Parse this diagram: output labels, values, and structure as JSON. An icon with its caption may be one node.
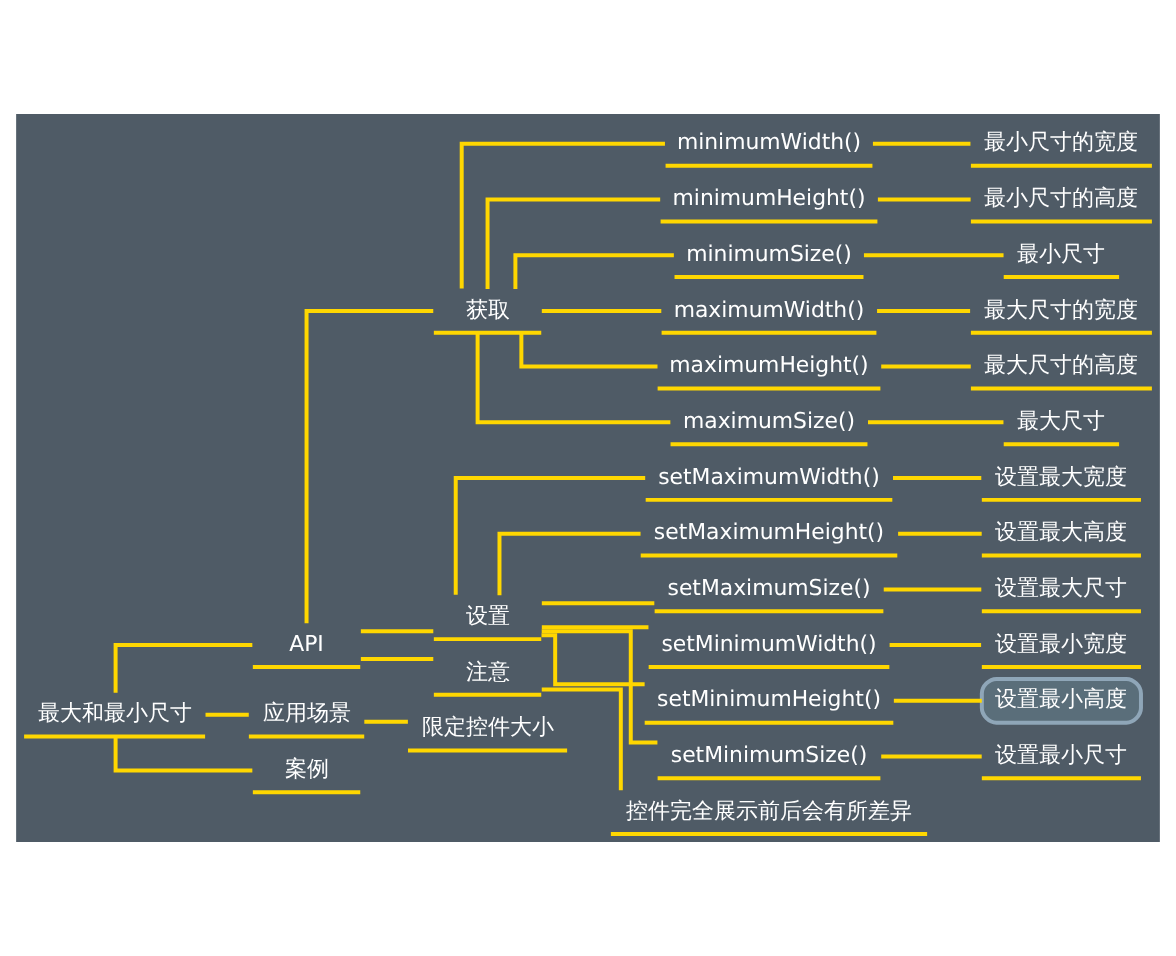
{
  "diagram": {
    "nodes": [
      {
        "text": [
          "最大和最小尺寸"
        ]
      },
      {
        "text": [
          "API"
        ]
      },
      {
        "text": [
          "获取"
        ]
      },
      {
        "text": [
          "minimumWidth()"
        ]
      },
      {
        "text": [
          "最小尺寸的宽度"
        ]
      },
      {
        "text": [
          "minimumHeight()"
        ]
      },
      {
        "text": [
          "最小尺寸的高度"
        ]
      },
      {
        "text": [
          "minimumSize()"
        ]
      },
      {
        "text": [
          "最小尺寸"
        ]
      },
      {
        "text": [
          "maximumWidth()"
        ]
      },
      {
        "text": [
          "最大尺寸的宽度"
        ]
      },
      {
        "text": [
          "maximumHeight()"
        ]
      },
      {
        "text": [
          "最大尺寸的高度"
        ]
      },
      {
        "text": [
          "maximumSize()"
        ]
      },
      {
        "text": [
          "最大尺寸"
        ]
      },
      {
        "text": [
          "设置"
        ]
      },
      {
        "text": [
          "setMaximumWidth()"
        ]
      },
      {
        "text": [
          "设置最大宽度"
        ]
      },
      {
        "text": [
          "setMaximumHeight()"
        ]
      },
      {
        "text": [
          "设置最大高度"
        ]
      },
      {
        "text": [
          "setMaximumSize()"
        ]
      },
      {
        "text": [
          "设置最大尺寸"
        ]
      },
      {
        "text": [
          "setMinimumWidth()"
        ]
      },
      {
        "text": [
          "设置最小宽度"
        ]
      },
      {
        "text": [
          "setMinimumHeight()"
        ]
      },
      {
        "text": [
          "设置最小高度"
        ]
      },
      {
        "text": [
          "setMinimumSize()"
        ]
      },
      {
        "text": [
          "设置最小尺寸"
        ]
      },
      {
        "text": [
          "注意"
        ]
      },
      {
        "text": [
          "控件完全展示前后会有所差异"
        ]
      },
      {
        "text": [
          "应用场景"
        ]
      },
      {
        "text": [
          "限定控件大小"
        ]
      },
      {
        "text": [
          "案例"
        ]
      }
    ],
    "edges": [
      {
        "from": 0,
        "to": 1,
        "arrow": "none"
      },
      {
        "from": 1,
        "to": 2,
        "arrow": "none"
      },
      {
        "from": 2,
        "to": 3,
        "arrow": "none"
      },
      {
        "from": 3,
        "to": 4,
        "arrow": "none"
      },
      {
        "from": 2,
        "to": 5,
        "arrow": "none"
      },
      {
        "from": 5,
        "to": 6,
        "arrow": "none"
      },
      {
        "from": 2,
        "to": 7,
        "arrow": "none"
      },
      {
        "from": 7,
        "to": 8,
        "arrow": "none"
      },
      {
        "from": 2,
        "to": 9,
        "arrow": "none"
      },
      {
        "from": 9,
        "to": 10,
        "arrow": "none"
      },
      {
        "from": 2,
        "to": 11,
        "arrow": "none"
      },
      {
        "from": 11,
        "to": 12,
        "arrow": "none"
      },
      {
        "from": 2,
        "to": 13,
        "arrow": "none"
      },
      {
        "from": 13,
        "to": 14,
        "arrow": "none"
      },
      {
        "from": 1,
        "to": 15,
        "arrow": "none"
      },
      {
        "from": 15,
        "to": 16,
        "arrow": "none"
      },
      {
        "from": 16,
        "to": 17,
        "arrow": "none"
      },
      {
        "from": 15,
        "to": 18,
        "arrow": "none"
      },
      {
        "from": 18,
        "to": 19,
        "arrow": "none"
      },
      {
        "from": 15,
        "to": 20,
        "arrow": "none"
      },
      {
        "from": 20,
        "to": 21,
        "arrow": "none"
      },
      {
        "from": 15,
        "to": 22,
        "arrow": "none"
      },
      {
        "from": 22,
        "to": 23,
        "arrow": "none"
      },
      {
        "from": 15,
        "to": 24,
        "arrow": "none"
      },
      {
        "from": 24,
        "to": 25,
        "arrow": "none"
      },
      {
        "from": 15,
        "to": 26,
        "arrow": "none"
      },
      {
        "from": 26,
        "to": 27,
        "arrow": "none"
      },
      {
        "from": 1,
        "to": 28,
        "arrow": "none"
      },
      {
        "from": 28,
        "to": 29,
        "arrow": "none"
      },
      {
        "from": 0,
        "to": 30,
        "arrow": "none"
      },
      {
        "from": 30,
        "to": 31,
        "arrow": "none"
      },
      {
        "from": 0,
        "to": 32,
        "arrow": "none"
      }
    ]
  }
}
